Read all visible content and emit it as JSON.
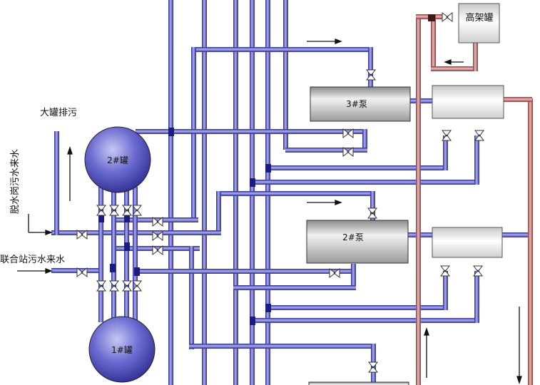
{
  "labels": {
    "high_tank": "高架罐",
    "pump3": "3#泵",
    "pump2": "2#泵",
    "tank2": "2#罐",
    "tank1": "1#罐",
    "big_tank_drain": "大罐排污",
    "dewater_inflow": "脱水岗污水来水",
    "joint_station_inflow": "联合站污水来水"
  },
  "colors": {
    "pipe_blue": "#4a4acc",
    "pipe_red": "#c86a6a",
    "tank_fill": "#4848b8",
    "pump_fill": "#c8c8c8"
  }
}
